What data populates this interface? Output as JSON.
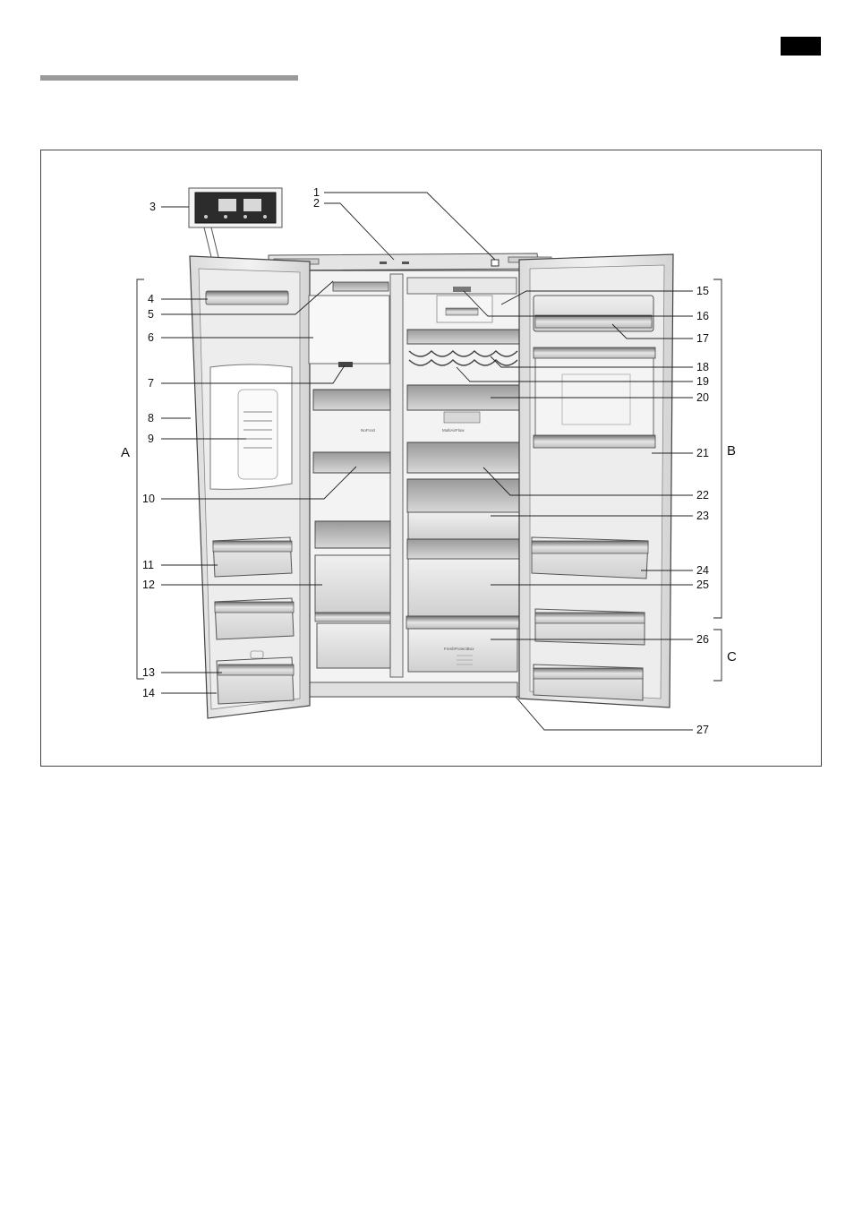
{
  "figure": {
    "callouts": [
      "1",
      "2",
      "3",
      "4",
      "5",
      "6",
      "7",
      "8",
      "9",
      "10",
      "11",
      "12",
      "13",
      "14",
      "15",
      "16",
      "17",
      "18",
      "19",
      "20",
      "21",
      "22",
      "23",
      "24",
      "25",
      "26",
      "27"
    ],
    "groups": [
      "A",
      "B",
      "C"
    ],
    "panel_texts": {
      "nofrost": "NoFrost",
      "multiairflow": "MultiAirFlow",
      "freshprotectbox": "FreshProtectBox"
    }
  }
}
